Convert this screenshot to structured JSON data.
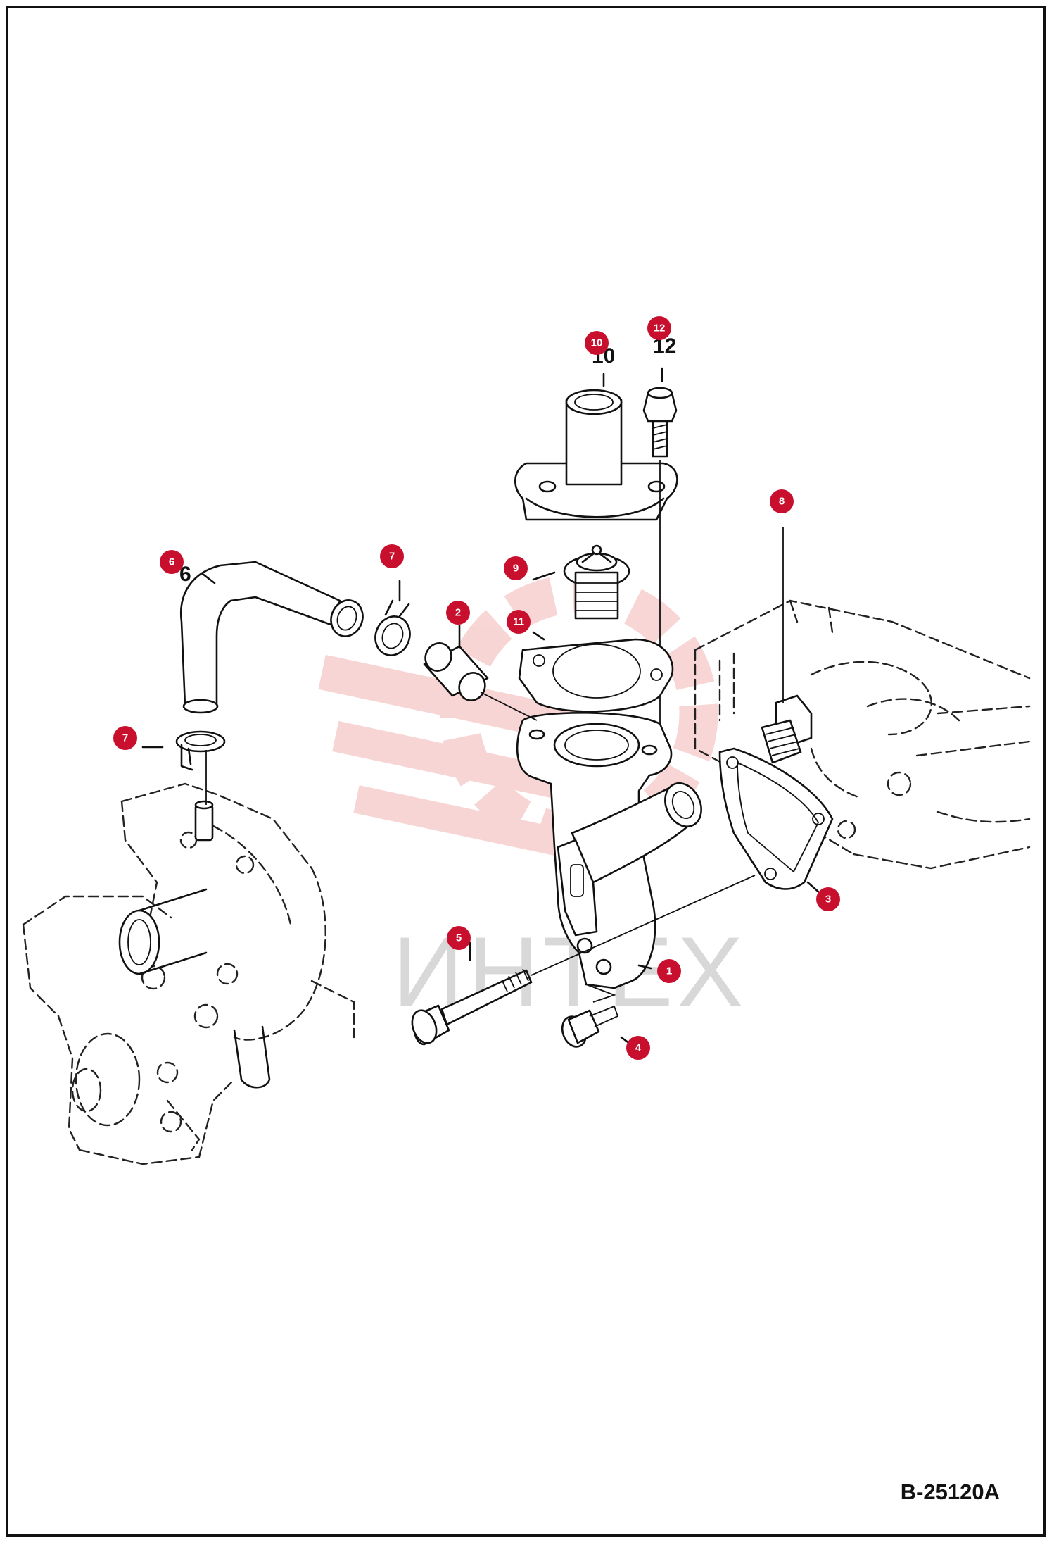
{
  "drawing_ref": "B-25120A",
  "watermark": "ИНТЕХ",
  "accent_color": "#c8102e",
  "callouts": [
    {
      "id": "c10",
      "label": "10"
    },
    {
      "id": "c12",
      "label": "12"
    },
    {
      "id": "c8",
      "label": "8"
    },
    {
      "id": "c9",
      "label": "9"
    },
    {
      "id": "c6",
      "label": "6"
    },
    {
      "id": "c7a",
      "label": "7"
    },
    {
      "id": "c2",
      "label": "2"
    },
    {
      "id": "c11",
      "label": "11"
    },
    {
      "id": "c7b",
      "label": "7"
    },
    {
      "id": "c3",
      "label": "3"
    },
    {
      "id": "c5",
      "label": "5"
    },
    {
      "id": "c1",
      "label": "1"
    },
    {
      "id": "c4",
      "label": "4"
    }
  ],
  "printed_numbers": {
    "n10": "10",
    "n12": "12",
    "n6": "6"
  }
}
